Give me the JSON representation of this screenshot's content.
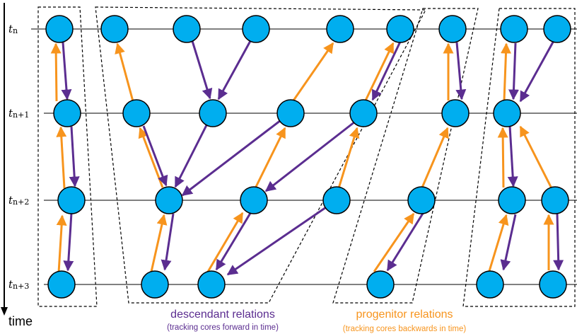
{
  "colors": {
    "node_fill": "#00AEEF",
    "descendant_arrow": "#5B2D90",
    "progenitor_arrow": "#F7941D"
  },
  "time_rows": [
    {
      "base": "t",
      "sub": "n"
    },
    {
      "base": "t",
      "sub": "n+1"
    },
    {
      "base": "t",
      "sub": "n+2"
    },
    {
      "base": "t",
      "sub": "n+3"
    }
  ],
  "axis": {
    "label": "time"
  },
  "legend": {
    "descendant": {
      "title": "descendant relations",
      "note": "(tracking cores forward in time)"
    },
    "progenitor": {
      "title": "progenitor relations",
      "note": "(tracking cores backwards in time)"
    }
  }
}
